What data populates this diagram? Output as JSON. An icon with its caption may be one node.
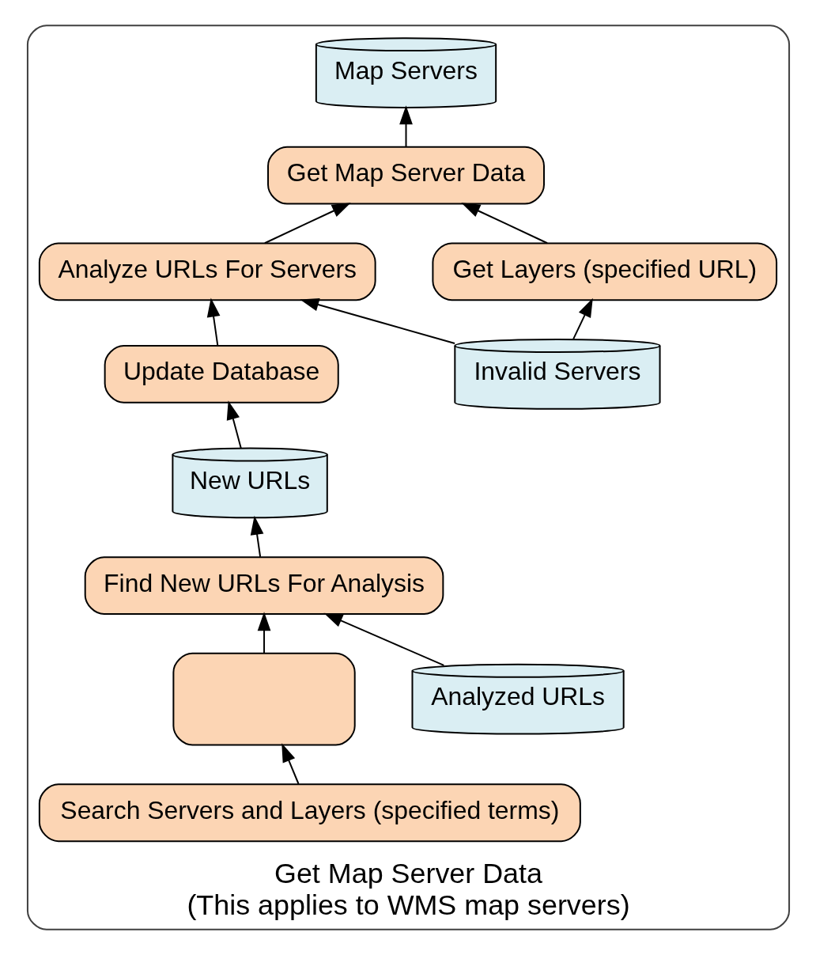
{
  "diagram": {
    "nodes": [
      {
        "text": [
          "Get Map Server Data",
          "(This applies to WMS map servers)"
        ]
      },
      {
        "text": [
          "Map Servers"
        ],
        "in": 0
      },
      {
        "text": [
          "Get Layers (specified URL)"
        ],
        "in": 0
      },
      {
        "text": [
          "Get Map Server Data"
        ],
        "in": 0
      },
      {
        "text": [
          "Analyze URLs For Servers"
        ],
        "in": 0
      },
      {
        "text": [
          "Invalid Servers"
        ],
        "in": 0
      },
      {
        "text": [
          "Update Database"
        ],
        "in": 0
      },
      {
        "text": [
          "New URLs"
        ],
        "in": 0
      },
      {
        "text": [
          "Find New URLs For Analysis"
        ],
        "in": 0
      },
      {
        "text": [
          "Analyzed URLs"
        ],
        "in": 0
      },
      {
        "text": [
          "Search Servers and Layers (specified terms)"
        ],
        "in": 0
      },
      {
        "text": [],
        "shape": "box",
        "in": 0
      }
    ],
    "edges": [
      {
        "from": 3,
        "to": 1,
        "arrow": "to"
      },
      {
        "from": 2,
        "to": 3,
        "arrow": "to"
      },
      {
        "from": 5,
        "to": 2,
        "arrow": "to"
      },
      {
        "from": 5,
        "to": 4,
        "arrow": "to"
      },
      {
        "from": 4,
        "to": 3,
        "arrow": "to"
      },
      {
        "from": 6,
        "to": 4,
        "arrow": "to"
      },
      {
        "from": 7,
        "to": 6,
        "arrow": "to"
      },
      {
        "from": 8,
        "to": 7,
        "arrow": "to"
      },
      {
        "from": 9,
        "to": 8,
        "arrow": "to"
      },
      {
        "from": 11,
        "to": 8,
        "arrow": "to"
      },
      {
        "from": 10,
        "to": 11,
        "arrow": "to"
      }
    ]
  }
}
